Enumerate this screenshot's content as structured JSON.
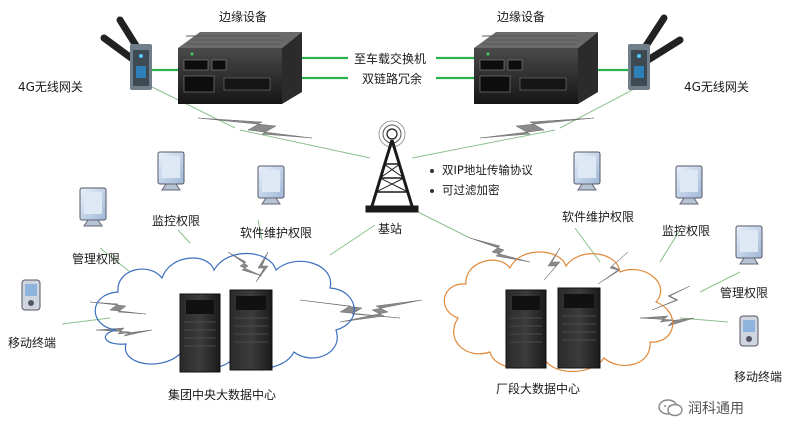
{
  "labels": {
    "edge_left": "边缘设备",
    "edge_right": "边缘设备",
    "gateway_left": "4G无线网关",
    "gateway_right": "4G无线网关",
    "switch_line1": "至车载交换机",
    "switch_line2": "双链路冗余",
    "base_station": "基站",
    "bullet1": "双IP地址传输协议",
    "bullet2": "可过滤加密",
    "left": {
      "monitor": "监控权限",
      "software": "软件维护权限",
      "manage": "管理权限",
      "mobile": "移动终端",
      "center": "集团中央大数据中心"
    },
    "right": {
      "software": "软件维护权限",
      "monitor": "监控权限",
      "manage": "管理权限",
      "mobile": "移动终端",
      "center": "厂段大数据中心"
    },
    "watermark": "润科通用"
  },
  "colors": {
    "link_green": "#2bb24c",
    "cloud_left": "#3d6fbf",
    "cloud_right": "#e0893a",
    "thin_green": "#8cc08c",
    "zigzag_gray": "#7d7d7d"
  }
}
